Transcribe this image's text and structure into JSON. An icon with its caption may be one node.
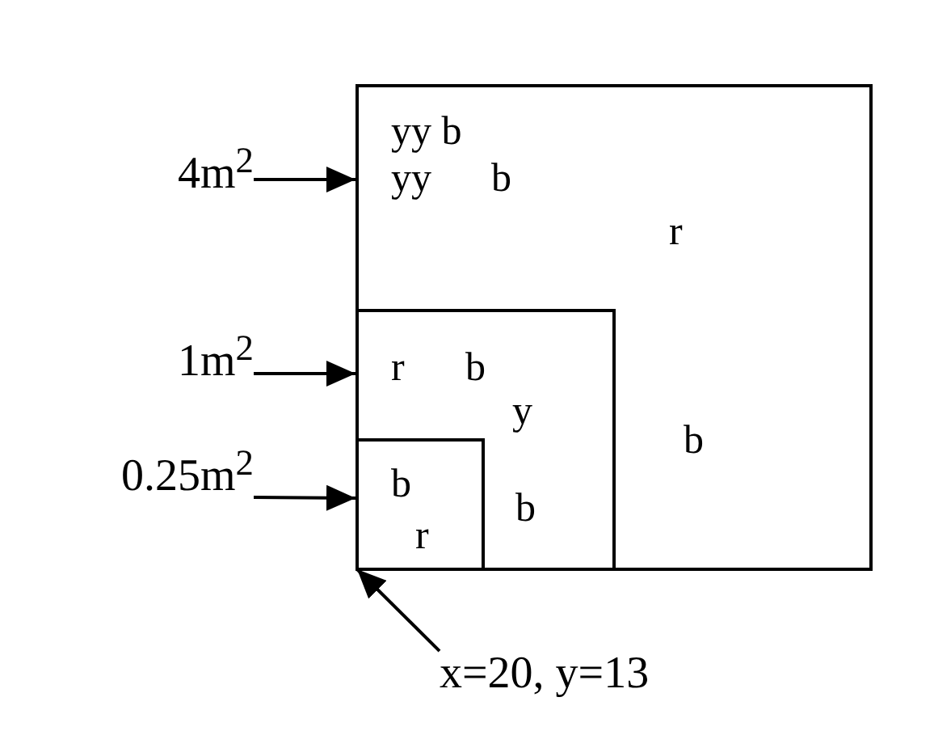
{
  "diagram": {
    "nodes": [
      {
        "text": [
          "4m$^{2}$"
        ]
      },
      {
        "text": [
          "1m$^{2}$"
        ]
      },
      {
        "text": [
          "0.25m$^{2}$"
        ]
      },
      {
        "text": [
          "x=20, y=13"
        ]
      },
      {
        "text": [
          "yy b",
          "yy",
          "b",
          "r",
          "b"
        ]
      },
      {
        "text": [
          "r",
          "b",
          "y",
          "b"
        ],
        "in": 4
      },
      {
        "text": [
          "b",
          "r"
        ],
        "in": 5
      }
    ],
    "edges": [
      {
        "from": 0,
        "to": 4,
        "arrow": "to"
      },
      {
        "from": 1,
        "to": 5,
        "arrow": "to"
      },
      {
        "from": 2,
        "to": 6,
        "arrow": "to"
      },
      {
        "from": 3,
        "to": 6,
        "arrow": "to"
      }
    ]
  }
}
